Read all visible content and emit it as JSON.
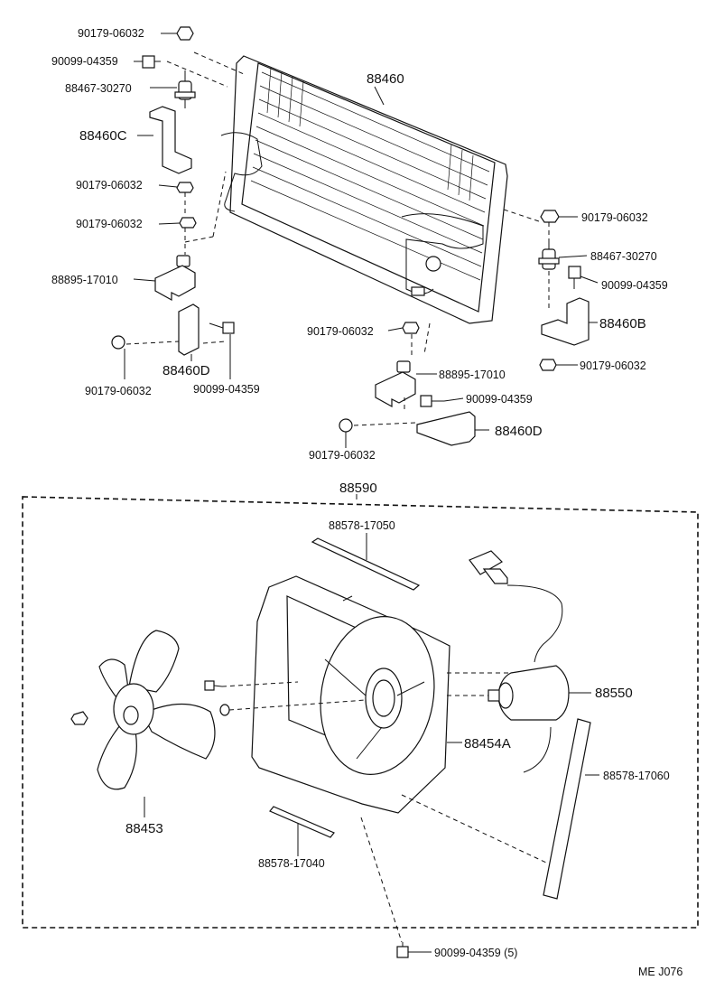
{
  "reference_code": "ME  J076",
  "upper": {
    "condenser": "88460",
    "left_side": {
      "nut_top": "90179-06032",
      "bolt_top": "90099-04359",
      "cushion_upper": "88467-30270",
      "bracket_c": "88460C",
      "nut_mid": "90179-06032",
      "nut_lower": "90179-06032",
      "support_lower": "88895-17010",
      "nut_bottom": "90179-06032",
      "bracket_d": "88460D",
      "bolt_bottom": "90099-04359"
    },
    "right_side": {
      "nut_top": "90179-06032",
      "cushion_upper": "88467-30270",
      "bolt_top": "90099-04359",
      "bracket_b": "88460B",
      "nut_bracket": "90179-06032",
      "nut_lower": "90179-06032",
      "support_lower": "88895-17010",
      "bolt_lower": "90099-04359",
      "bracket_d": "88460D",
      "nut_bottom": "90179-06032"
    }
  },
  "fan_assembly": {
    "assembly": "88590",
    "seal_top": "88578-17050",
    "motor": "88550",
    "shroud": "88454A",
    "seal_right": "88578-17060",
    "fan": "88453",
    "seal_bottom": "88578-17040",
    "bolt": "90099-04359 (5)"
  }
}
